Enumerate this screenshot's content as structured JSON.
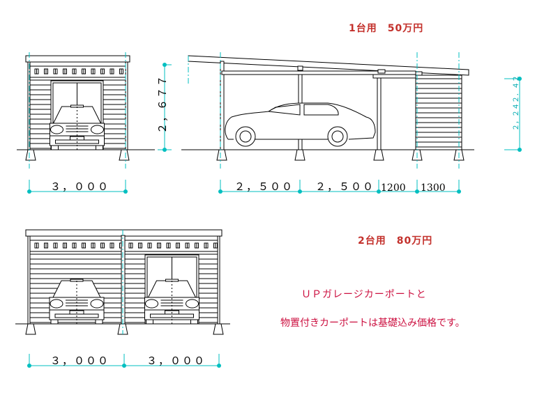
{
  "plan_1car": {
    "title": "1台用　50万円"
  },
  "plan_2car": {
    "title": "2台用　80万円"
  },
  "notes": {
    "line1": "ＵＰガレージカーポートと",
    "line2": "物置付きカーポートは基礎込み価格です。"
  },
  "dimensions": {
    "front_width_1car": "３，０００",
    "height": "２，６７７",
    "side_span_1": "２，５００",
    "side_span_2": "２，５００",
    "side_span_3": "1200",
    "side_span_4": "1300",
    "storage_height": "２，２４２．４２",
    "front_width_2car_left": "３，０００",
    "front_width_2car_right": "３，０００"
  },
  "colors": {
    "title": "#c3302b",
    "note": "#cc1040",
    "dimension": "#00bfc0"
  }
}
